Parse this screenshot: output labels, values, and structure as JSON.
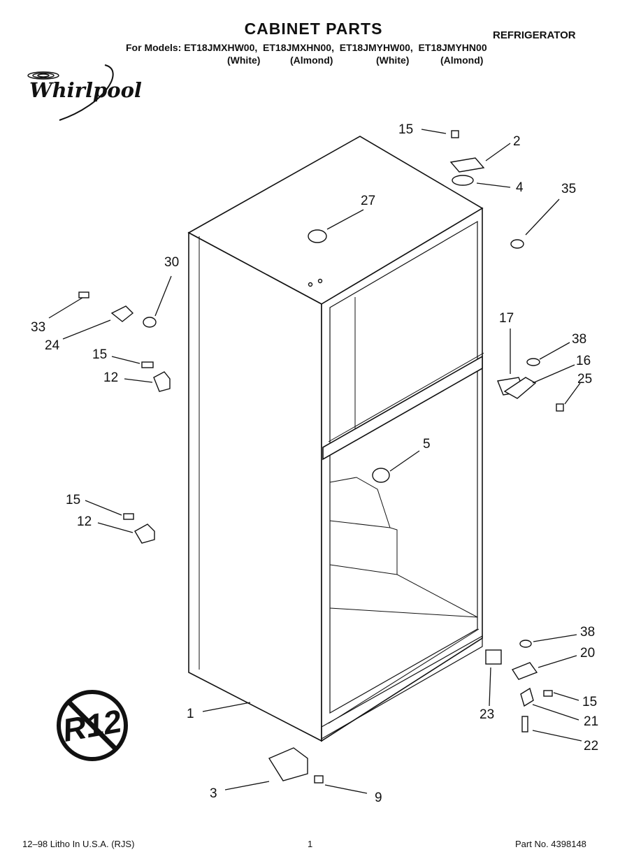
{
  "header": {
    "title": "CABINET PARTS",
    "doc_type": "REFRIGERATOR",
    "models_line": "For Models: ET18JMXHW00,  ET18JMXHN00,  ET18JMYHW00,  ET18JMYHN00",
    "variants": [
      "(White)",
      "(Almond)",
      "(White)",
      "(Almond)"
    ],
    "brand": "Whirlpool"
  },
  "badge": {
    "label": "R12",
    "meaning": "no-R12-refrigerant"
  },
  "callouts": [
    "15",
    "2",
    "4",
    "35",
    "27",
    "30",
    "33",
    "24",
    "15",
    "12",
    "17",
    "38",
    "16",
    "25",
    "5",
    "15",
    "12",
    "38",
    "20",
    "15",
    "21",
    "22",
    "23",
    "1",
    "3",
    "9"
  ],
  "footer": {
    "litho": "12–98 Litho In U.S.A. (RJS)",
    "page": "1",
    "part_no": "Part No. 4398148"
  }
}
